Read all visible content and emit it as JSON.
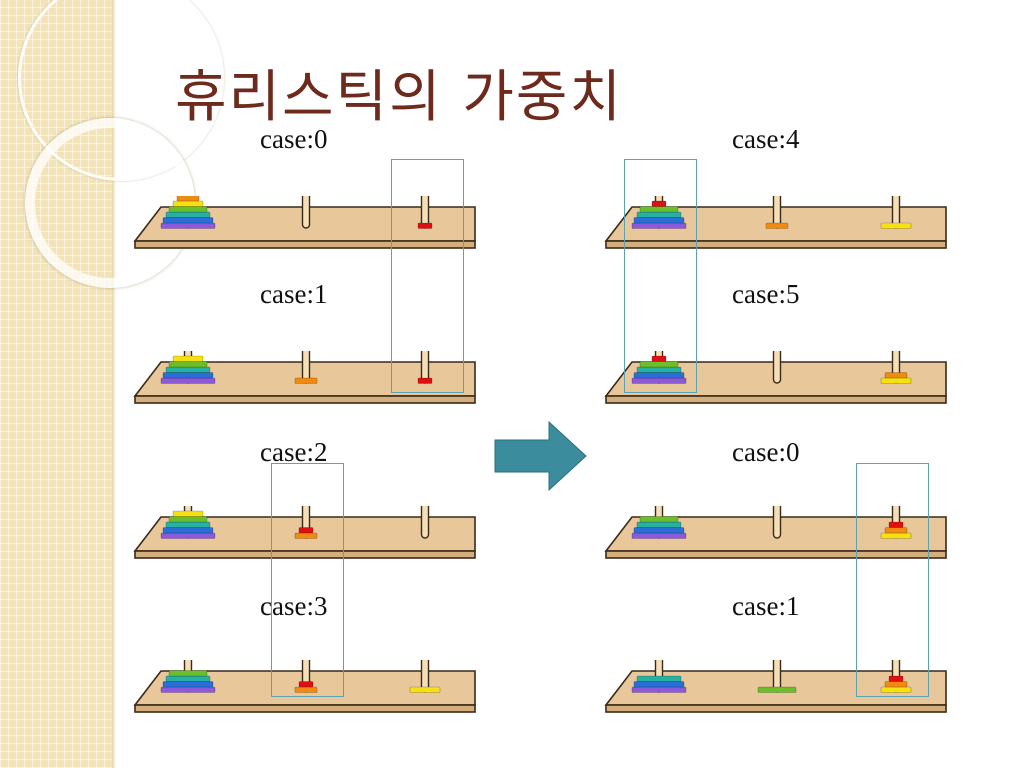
{
  "slide": {
    "title": "휴리스틱의 가중치"
  },
  "left_column": [
    {
      "label": "case:0",
      "pegs": [
        [
          "orange",
          "yellow",
          "green",
          "teal",
          "blue",
          "purple"
        ],
        [],
        [
          "red"
        ]
      ]
    },
    {
      "label": "case:1",
      "pegs": [
        [
          "yellow",
          "green",
          "teal",
          "blue",
          "purple"
        ],
        [
          "orange"
        ],
        [
          "red"
        ]
      ]
    },
    {
      "label": "case:2",
      "pegs": [
        [
          "yellow",
          "green",
          "teal",
          "blue",
          "purple"
        ],
        [
          "red",
          "orange"
        ],
        []
      ]
    },
    {
      "label": "case:3",
      "pegs": [
        [
          "green",
          "teal",
          "blue",
          "purple"
        ],
        [
          "red",
          "orange"
        ],
        [
          "yellow"
        ]
      ]
    }
  ],
  "right_column": [
    {
      "label": "case:4",
      "pegs": [
        [
          "red",
          "green",
          "teal",
          "blue",
          "purple"
        ],
        [
          "orange"
        ],
        [
          "yellow"
        ]
      ]
    },
    {
      "label": "case:5",
      "pegs": [
        [
          "red",
          "green",
          "teal",
          "blue",
          "purple"
        ],
        [],
        [
          "orange",
          "yellow"
        ]
      ]
    },
    {
      "label": "case:0",
      "pegs": [
        [
          "green",
          "teal",
          "blue",
          "purple"
        ],
        [],
        [
          "red",
          "orange",
          "yellow"
        ]
      ]
    },
    {
      "label": "case:1",
      "pegs": [
        [
          "teal",
          "blue",
          "purple"
        ],
        [
          "green"
        ],
        [
          "red",
          "orange",
          "yellow"
        ]
      ]
    }
  ],
  "colors": {
    "title": "#6e2a1c",
    "highlight_box": "#5ba3b3",
    "arrow": "#3b8d9e",
    "board": "#e8c79a",
    "disk_red": "#e01010",
    "disk_orange": "#f08a10",
    "disk_yellow": "#f5e012",
    "disk_green": "#6cbf2a",
    "disk_teal": "#28b0a0",
    "disk_blue": "#2a6fd8",
    "disk_purple": "#8a5ad8"
  }
}
